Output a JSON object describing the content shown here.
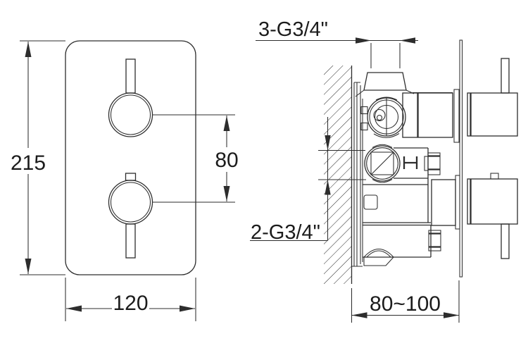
{
  "drawing": {
    "kind": "installation-dimension-diagram",
    "views": {
      "front": {
        "dimensions": {
          "height": "215",
          "width": "120",
          "handle_spacing": "80"
        }
      },
      "side": {
        "dimensions": {
          "top_port_thread": "3-G3/4\"",
          "inlet_thread": "2-G3/4\"",
          "install_depth": "80~100"
        }
      }
    },
    "style": {
      "line_color": "#2d2d2d",
      "text_color": "#1c1c1c",
      "background": "#ffffff"
    }
  }
}
